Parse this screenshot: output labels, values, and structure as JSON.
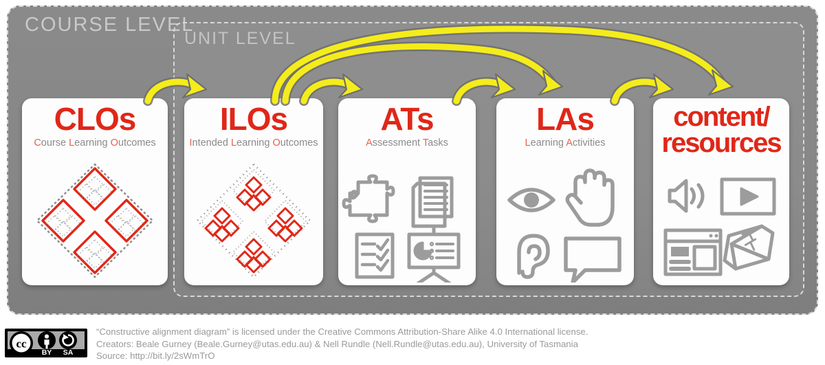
{
  "panels": {
    "course": {
      "label": "COURSE LEVEL"
    },
    "unit": {
      "label": "UNIT LEVEL"
    }
  },
  "colors": {
    "accent_red": "#e02718",
    "sub_red": "#e8604f",
    "panel_gray": "#878787",
    "dash_gray": "#d8d8d8",
    "card_white": "#fdfdfd",
    "arrow_yellow": "#f5ec1b",
    "arrow_outline": "#7a7a7a",
    "icon_gray": "#9c9c9c"
  },
  "cards": [
    {
      "id": "clos",
      "title": "CLOs",
      "sub_parts": [
        {
          "t": "C",
          "hl": true
        },
        {
          "t": "ourse ",
          "hl": false
        },
        {
          "t": "L",
          "hl": true
        },
        {
          "t": "earning ",
          "hl": false
        },
        {
          "t": "O",
          "hl": true
        },
        {
          "t": "utcomes",
          "hl": false
        }
      ],
      "sub_plain": "Course Learning Outcomes",
      "art": "nested-diamonds-course",
      "icons": []
    },
    {
      "id": "ilos",
      "title": "ILOs",
      "sub_parts": [
        {
          "t": "I",
          "hl": true
        },
        {
          "t": "ntended ",
          "hl": false
        },
        {
          "t": "L",
          "hl": true
        },
        {
          "t": "earning ",
          "hl": false
        },
        {
          "t": "O",
          "hl": true
        },
        {
          "t": "utcomes",
          "hl": false
        }
      ],
      "sub_plain": "Intended Learning Outcomes",
      "art": "nested-diamonds-unit",
      "icons": []
    },
    {
      "id": "ats",
      "title": "ATs",
      "sub_parts": [
        {
          "t": "A",
          "hl": true
        },
        {
          "t": "ssessment ",
          "hl": false
        },
        {
          "t": "T",
          "hl": true
        },
        {
          "t": "asks",
          "hl": false
        }
      ],
      "sub_plain": "Assessment Tasks",
      "art": "icon-grid",
      "icons": [
        "puzzle-pieces-icon",
        "documents-icon",
        "checklist-icon",
        "presentation-board-icon"
      ]
    },
    {
      "id": "las",
      "title": "LAs",
      "sub_parts": [
        {
          "t": "L",
          "hl": true
        },
        {
          "t": "earning ",
          "hl": false
        },
        {
          "t": "A",
          "hl": true
        },
        {
          "t": "ctivities",
          "hl": false
        }
      ],
      "sub_plain": "Learning Activities",
      "art": "icon-grid",
      "icons": [
        "eye-icon",
        "hand-icon",
        "ear-icon",
        "speech-bubble-icon"
      ]
    },
    {
      "id": "content",
      "title": "content/\nresources",
      "title_line1": "content/",
      "title_line2": "resources",
      "sub_parts": [],
      "sub_plain": "",
      "art": "icon-grid",
      "icons": [
        "speaker-audio-icon",
        "video-player-icon",
        "web-page-icon",
        "textbook-icon"
      ]
    }
  ],
  "arrows": [
    {
      "from": "clos",
      "to": "ilos",
      "name": "arrow-clos-to-ilos"
    },
    {
      "from": "ilos",
      "to": "ats",
      "name": "arrow-ilos-to-ats"
    },
    {
      "from": "ilos",
      "to": "las",
      "name": "arrow-ilos-to-las"
    },
    {
      "from": "ilos",
      "to": "content",
      "name": "arrow-ilos-to-content"
    },
    {
      "from": "ats",
      "to": "las",
      "name": "arrow-ats-to-las"
    },
    {
      "from": "las",
      "to": "content",
      "name": "arrow-las-to-content"
    }
  ],
  "footer": {
    "badge": "CC BY-SA",
    "badge_by": "BY",
    "badge_sa": "SA",
    "line1": "“Constructive alignment diagram” is licensed under the Creative Commons Attribution-Share Alike 4.0 International license.",
    "line2": "Creators: Beale Gurney (Beale.Gurney@utas.edu.au) & Nell Rundle (Nell.Rundle@utas.edu.au), University of Tasmania",
    "line3": "Source: http://bit.ly/2sWmTrO"
  }
}
